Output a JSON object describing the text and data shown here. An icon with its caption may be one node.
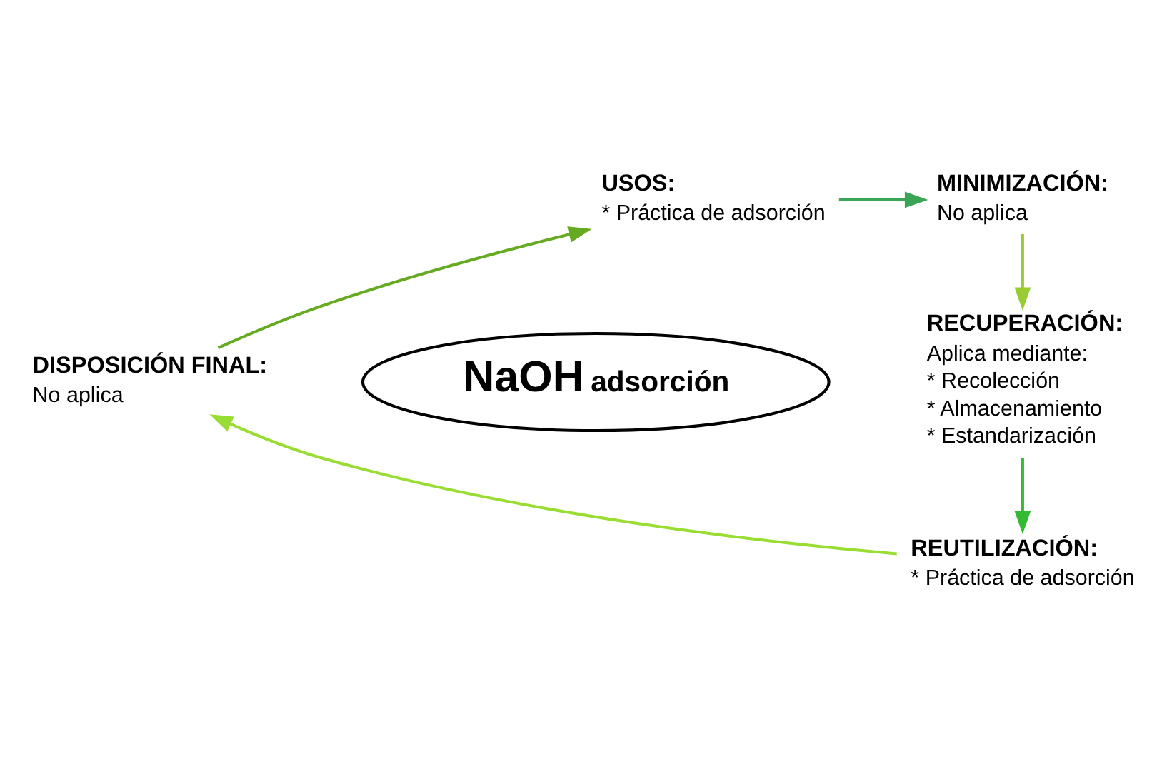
{
  "diagram": {
    "nodes": [
      {
        "text": [
          "NaOH",
          "adsorción"
        ]
      },
      {
        "text": [
          "USOS:",
          "* Práctica de adsorción"
        ]
      },
      {
        "text": [
          "MINIMIZACIÓN:",
          "No aplica"
        ]
      },
      {
        "text": [
          "RECUPERACIÓN:",
          "Aplica mediante:",
          "* Recolección",
          "* Almacenamiento",
          "* Estandarización"
        ]
      },
      {
        "text": [
          "REUTILIZACIÓN:",
          "* Práctica de adsorción"
        ]
      },
      {
        "text": [
          "DISPOSICIÓN FINAL:",
          "No aplica"
        ]
      }
    ],
    "edges": [
      {
        "from": 1,
        "to": 2,
        "arrow": "to",
        "color": "#3aa655"
      },
      {
        "from": 2,
        "to": 3,
        "arrow": "to",
        "color": "#99cc33"
      },
      {
        "from": 3,
        "to": 4,
        "arrow": "to",
        "color": "#33bb33"
      },
      {
        "from": 4,
        "to": 5,
        "arrow": "to",
        "color": "#99dd33"
      },
      {
        "from": 5,
        "to": 1,
        "arrow": "to",
        "color": "#66aa22"
      }
    ]
  }
}
